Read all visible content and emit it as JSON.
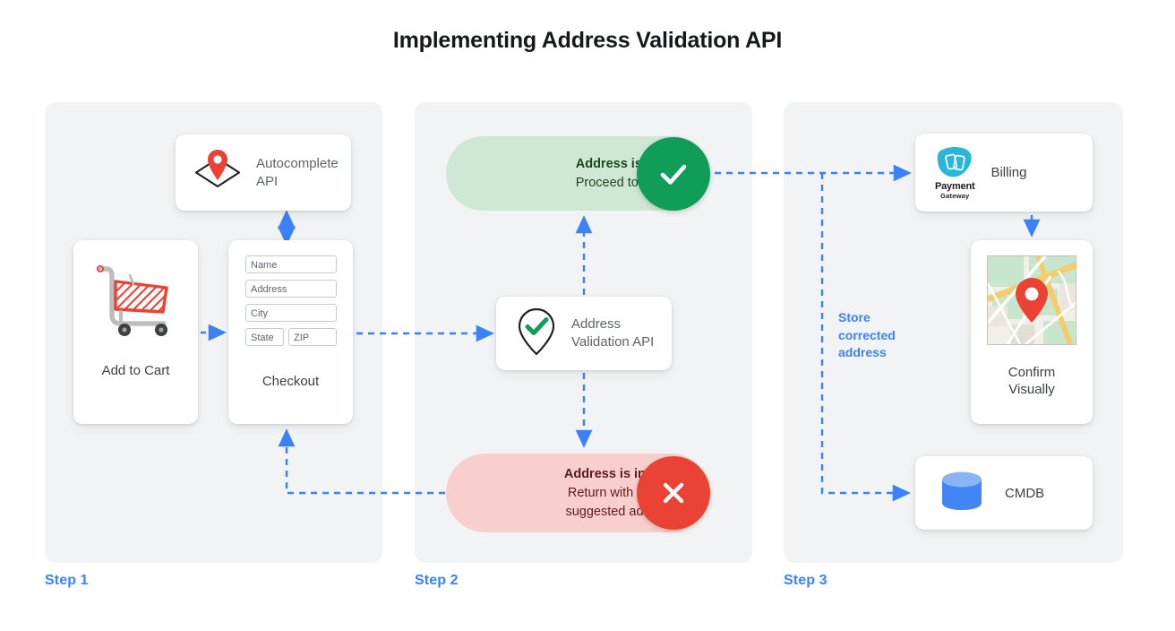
{
  "page": {
    "title": "Implementing Address Validation API",
    "accent_blue": "#3b82f6",
    "panel_bg": "#f1f3f4",
    "valid_green": "#0f9d58",
    "invalid_red": "#ea4335"
  },
  "steps": [
    {
      "label": "Step 1"
    },
    {
      "label": "Step 2"
    },
    {
      "label": "Step 3"
    }
  ],
  "step1": {
    "add_to_cart": {
      "label": "Add to Cart",
      "icon": "shopping-cart-icon"
    },
    "autocomplete": {
      "label": "Autocomplete\nAPI",
      "line1": "Autocomplete",
      "line2": "API",
      "icon": "map-pin-diamond-icon"
    },
    "checkout": {
      "label": "Checkout",
      "fields": [
        {
          "name": "name-field",
          "placeholder": "Name"
        },
        {
          "name": "address-field",
          "placeholder": "Address"
        },
        {
          "name": "city-field",
          "placeholder": "City"
        },
        {
          "name": "state-field",
          "placeholder": "State"
        },
        {
          "name": "zip-field",
          "placeholder": "ZIP"
        }
      ]
    }
  },
  "step2": {
    "validation_api": {
      "line1": "Address",
      "line2": "Validation API",
      "icon": "map-pin-check-icon"
    },
    "valid": {
      "headline": "Address is valid.",
      "body": "Proceed to billing.",
      "badge_icon": "check-icon",
      "bg_color": "#cfe8d6",
      "badge_color": "#0f9d58"
    },
    "invalid": {
      "headline": "Address is invalid.",
      "body_line1": "Return with Google",
      "body_line2": "suggested address.",
      "badge_icon": "close-icon",
      "bg_color": "#f8cfcd",
      "badge_color": "#ea4335"
    }
  },
  "step3": {
    "billing": {
      "label": "Billing",
      "logo_name": "Payment",
      "logo_sub": "Gateway",
      "icon": "payment-gateway-icon"
    },
    "confirm": {
      "line1": "Confirm",
      "line2": "Visually",
      "icon": "map-thumbnail-icon"
    },
    "cmdb": {
      "label": "CMDB",
      "icon": "database-icon"
    },
    "note": {
      "line1": "Store",
      "line2": "corrected",
      "line3": "address"
    }
  }
}
